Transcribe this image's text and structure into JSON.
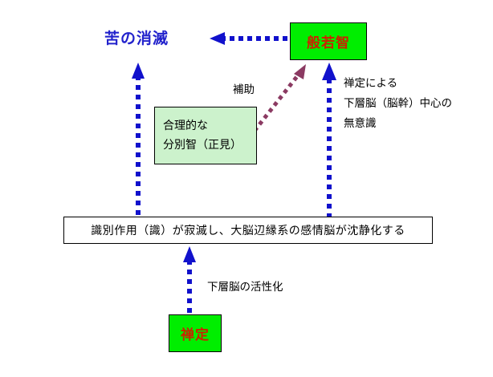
{
  "diagram": {
    "title_text": "苦の消滅",
    "nodes": {
      "prajna_box": {
        "label": "般若智"
      },
      "zen_box": {
        "label": "禅定"
      },
      "rational_box": {
        "line1": "合理的な",
        "line2": "分別智（正見）"
      },
      "middle_bar": {
        "label": "識別作用（識）が寂滅し、大脳辺縁系の感情脳が沈静化する"
      }
    },
    "labels": {
      "assist": "補助",
      "lower_brain_activation": "下層脳の活性化",
      "right_note_line1": "禅定による",
      "right_note_line2": "下層脳（脳幹）中心の",
      "right_note_line3": "無意識"
    },
    "colors": {
      "arrow_blue": "#1111cc",
      "arrow_purple": "#8b3a62",
      "node_green": "#00ee00",
      "node_light_green": "#ccf2cc",
      "text_red": "#cc2200",
      "text_blue": "#2222cc",
      "border_black": "#000000"
    },
    "arrows": [
      {
        "name": "prajna-to-cessation",
        "from": "般若智",
        "to": "苦の消滅",
        "style": "dotted",
        "color": "#1111cc",
        "direction": "left"
      },
      {
        "name": "bar-to-cessation",
        "from": "識別作用（識）が寂滅し、大脳辺縁系の感情脳が沈静化する",
        "to": "苦の消滅",
        "style": "dotted",
        "color": "#1111cc",
        "direction": "up"
      },
      {
        "name": "bar-to-prajna",
        "from": "識別作用（識）が寂滅し、大脳辺縁系の感情脳が沈静化する",
        "to": "般若智",
        "style": "dotted",
        "color": "#1111cc",
        "direction": "up"
      },
      {
        "name": "rational-to-prajna",
        "from": "合理的な分別智（正見）",
        "to": "般若智",
        "style": "dotted",
        "color": "#8b3a62",
        "direction": "up-right",
        "label": "補助"
      },
      {
        "name": "zen-to-bar",
        "from": "禅定",
        "to": "識別作用（識）が寂滅し、大脳辺縁系の感情脳が沈静化する",
        "style": "dotted",
        "color": "#1111cc",
        "direction": "up",
        "label": "下層脳の活性化"
      }
    ]
  }
}
